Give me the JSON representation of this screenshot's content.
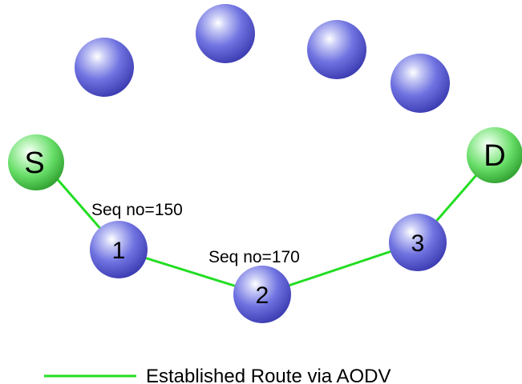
{
  "diagram": {
    "nodes": {
      "source": {
        "label": "S"
      },
      "destination": {
        "label": "D"
      },
      "n1": {
        "label": "1"
      },
      "n2": {
        "label": "2"
      },
      "n3": {
        "label": "3"
      }
    },
    "annotations": {
      "seq_node1": "Seq no=150",
      "seq_node2": "Seq no=170"
    },
    "legend": {
      "route_label": "Established Route via AODV"
    },
    "colors": {
      "route_line": "#22dd22",
      "endpoint_node": "#55dd55",
      "relay_node": "#6666dd",
      "idle_node": "#6666dd"
    }
  }
}
